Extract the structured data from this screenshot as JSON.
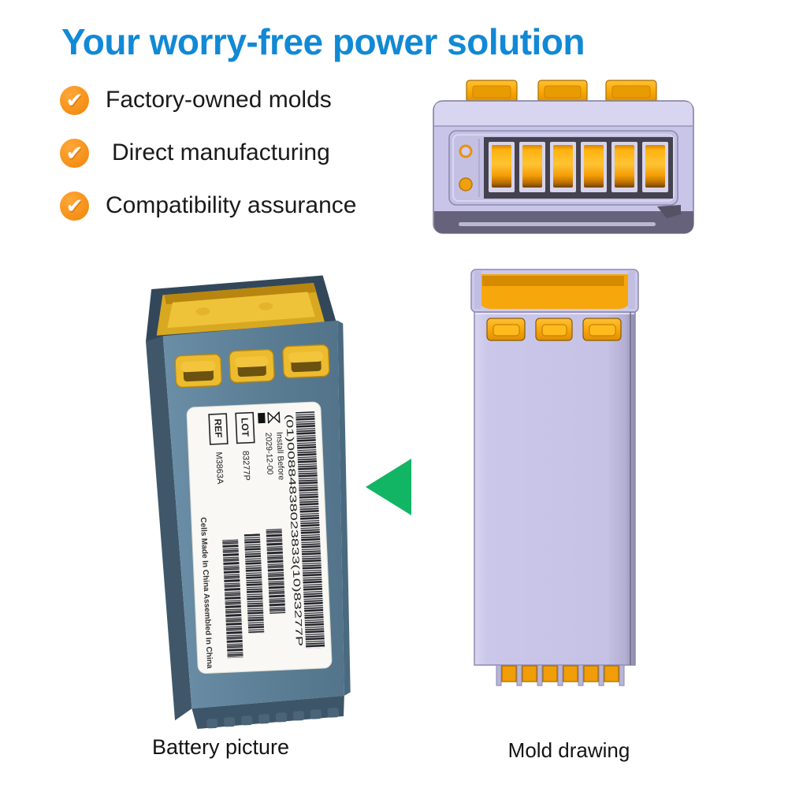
{
  "title": "Your worry-free power solution",
  "features": [
    {
      "icon": "check-icon",
      "label": "Factory-owned molds"
    },
    {
      "icon": "check-icon",
      "label": "Direct manufacturing"
    },
    {
      "icon": "check-icon",
      "label": "Compatibility assurance"
    }
  ],
  "battery": {
    "caption": "Battery picture",
    "label": {
      "gtin_text": "(01)00884838023833(10)83277P",
      "install_line1": "Install Before",
      "install_line2": "2029-12-00",
      "lot_label": "LOT",
      "lot_value": "83277P",
      "ref_label": "REF",
      "ref_value": "M3863A",
      "origin_text": "Cells Made In China  Assembled In China"
    }
  },
  "mold_drawing": {
    "caption": "Mold drawing"
  },
  "icons": {
    "check": "✔",
    "arrow": "left-triangle",
    "install_before": "hourglass"
  },
  "colors": {
    "title_blue": "#1189d5",
    "check_orange": "#f7941e",
    "text_black": "#1a1a1a",
    "battery_slate": "#5b7e95",
    "battery_dark": "#3f5769",
    "tab_yellow": "#edbb2e",
    "label_white": "#f9f8f5",
    "barcode_ink": "#23232b",
    "mold_lavender": "#c9c5e8",
    "mold_outline": "#8d89b0",
    "slot_charcoal": "#45424f",
    "contact_orange": "#ffb210",
    "arrow_green": "#12b564"
  }
}
